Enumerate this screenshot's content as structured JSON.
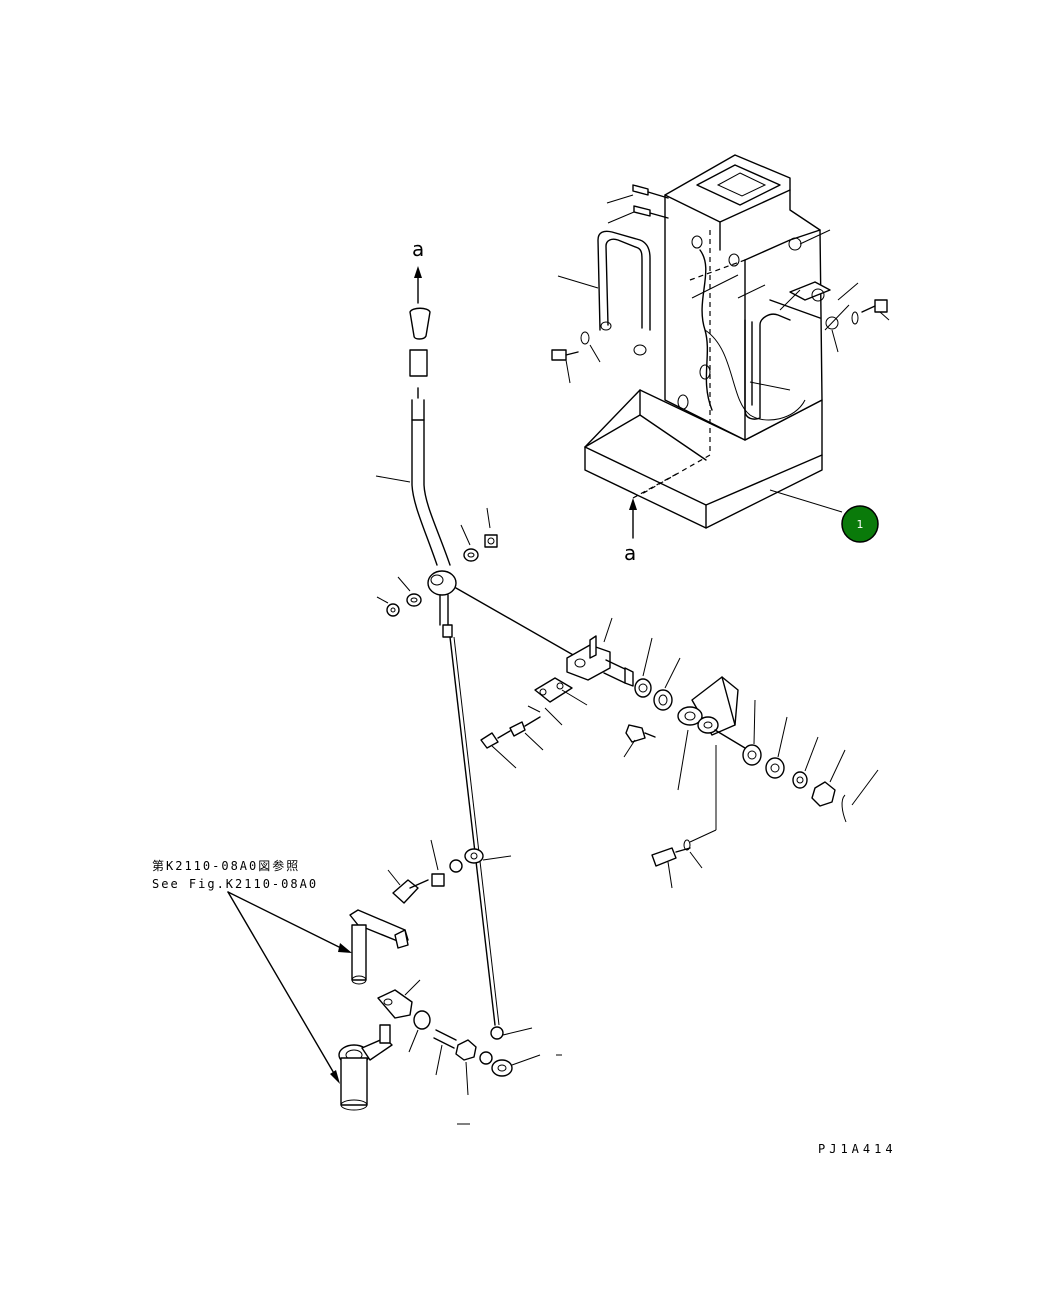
{
  "labels": {
    "arrow_top": "a",
    "arrow_bottom": "a"
  },
  "reference_note": {
    "japanese": "第K2110-08A0図参照",
    "english": "See Fig.K2110-08A0"
  },
  "figure_code": "PJ1A414",
  "callout": {
    "number": "1",
    "color": "#0a7a0a",
    "text_color": "#ffffff"
  }
}
